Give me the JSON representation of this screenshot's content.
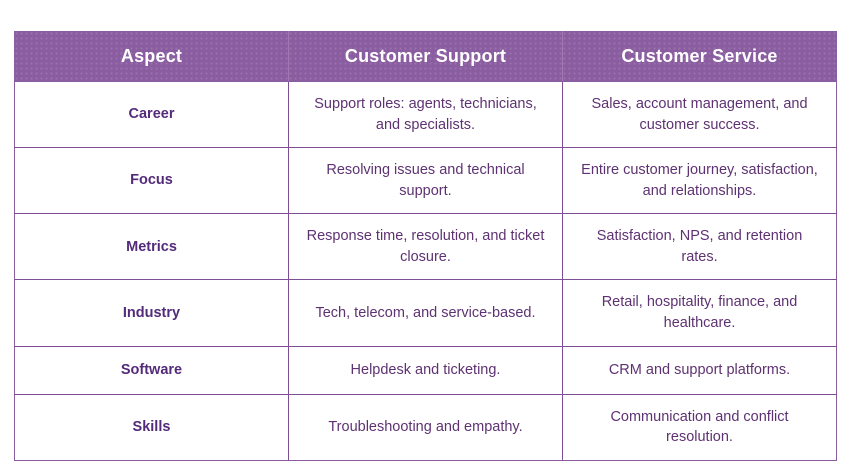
{
  "table": {
    "name": "customer-support-vs-customer-service-comparison",
    "colors": {
      "header_background": "#8a5ca0",
      "header_text": "#ffffff",
      "border": "#7f4f95",
      "aspect_text": "#532b7a",
      "body_text": "#5e3272",
      "page_background": "#ffffff"
    },
    "headers": [
      "Aspect",
      "Customer Support",
      "Customer Service"
    ],
    "rows": [
      {
        "aspect": "Career",
        "customer_support": "Support roles: agents, technicians, and specialists.",
        "customer_service": "Sales, account management, and customer success."
      },
      {
        "aspect": "Focus",
        "customer_support": "Resolving issues and technical support.",
        "customer_service": "Entire customer journey, satisfaction, and relationships."
      },
      {
        "aspect": "Metrics",
        "customer_support": "Response time, resolution, and ticket closure.",
        "customer_service": "Satisfaction, NPS, and retention rates."
      },
      {
        "aspect": "Industry",
        "customer_support": "Tech, telecom, and service-based.",
        "customer_service": "Retail, hospitality, finance, and healthcare."
      },
      {
        "aspect": "Software",
        "customer_support": "Helpdesk and ticketing.",
        "customer_service": "CRM and support platforms."
      },
      {
        "aspect": "Skills",
        "customer_support": "Troubleshooting and empathy.",
        "customer_service": "Communication and conflict resolution."
      }
    ]
  }
}
